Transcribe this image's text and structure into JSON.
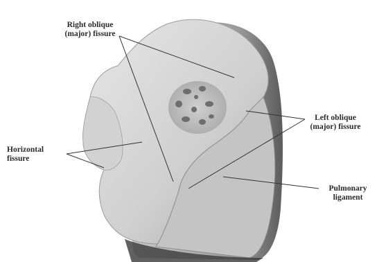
{
  "labels": {
    "right_oblique": {
      "line1": "Right oblique",
      "line2": "(major) fissure"
    },
    "horizontal": {
      "line1": "Horizontal",
      "line2": "fissure"
    },
    "left_oblique": {
      "line1": "Left oblique",
      "line2": "(major) fissure"
    },
    "pulmonary": {
      "line1": "Pulmonary",
      "line2": "ligament"
    }
  },
  "colors": {
    "lung_light": "#d9d9d9",
    "lung_mid": "#bdbdbd",
    "lung_dark": "#6f6f6f",
    "leader_line": "#333333"
  }
}
